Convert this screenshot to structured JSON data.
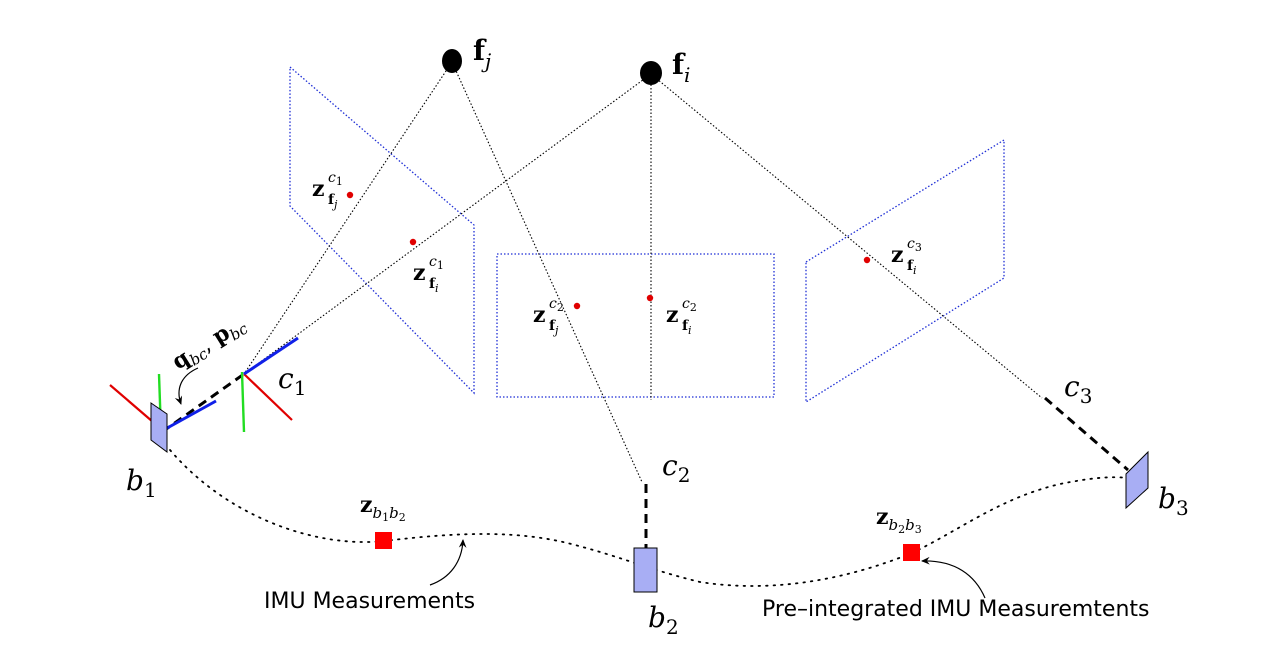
{
  "features": {
    "fj": {
      "base": "f",
      "sub": "j"
    },
    "fi": {
      "base": "f",
      "sub": "i"
    }
  },
  "observations": {
    "z_c1_fj": {
      "base": "z",
      "sup": "c",
      "sup_sub": "1",
      "sub": "f",
      "sub_sub": "j"
    },
    "z_c1_fi": {
      "base": "z",
      "sup": "c",
      "sup_sub": "1",
      "sub": "f",
      "sub_sub": "i"
    },
    "z_c2_fj": {
      "base": "z",
      "sup": "c",
      "sup_sub": "2",
      "sub": "f",
      "sub_sub": "j"
    },
    "z_c2_fi": {
      "base": "z",
      "sup": "c",
      "sup_sub": "2",
      "sub": "f",
      "sub_sub": "i"
    },
    "z_c3_fi": {
      "base": "z",
      "sup": "c",
      "sup_sub": "3",
      "sub": "f",
      "sub_sub": "i"
    }
  },
  "cameras": {
    "c1": {
      "base": "c",
      "sub": "1"
    },
    "c2": {
      "base": "c",
      "sub": "2"
    },
    "c3": {
      "base": "c",
      "sub": "3"
    }
  },
  "bodies": {
    "b1": {
      "base": "b",
      "sub": "1"
    },
    "b2": {
      "base": "b",
      "sub": "2"
    },
    "b3": {
      "base": "b",
      "sub": "3"
    }
  },
  "extrinsic": {
    "q": "q",
    "q_sub": "bc",
    "sep": ", ",
    "p": "p",
    "p_sub": "bc"
  },
  "preintegrations": {
    "z_b1b2": {
      "base": "z",
      "s1": "b",
      "s1_sub": "1",
      "s2": "b",
      "s2_sub": "2"
    },
    "z_b2b3": {
      "base": "z",
      "s1": "b",
      "s1_sub": "2",
      "s2": "b",
      "s2_sub": "3"
    }
  },
  "captions": {
    "imu": "IMU Measurements",
    "preint": "Pre–integrated IMU Measuremtents"
  },
  "colors": {
    "plane": "#1f2fd6",
    "observation": "#e00000",
    "preintegration": "#ff0000",
    "imu_body": "#a8aef4",
    "axis_x": "#e00000",
    "axis_y": "#22dd22",
    "axis_z": "#1020e8"
  }
}
